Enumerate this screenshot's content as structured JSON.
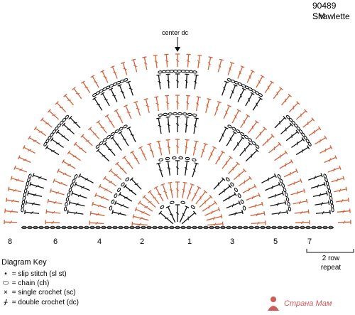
{
  "header": {
    "code": "90489 SM",
    "name": "Shawlette"
  },
  "center_label": "center dc",
  "row_numbers": [
    {
      "label": "8",
      "row": 8
    },
    {
      "label": "6",
      "row": 6
    },
    {
      "label": "4",
      "row": 4
    },
    {
      "label": "2",
      "row": 2
    },
    {
      "label": "1",
      "row": 1
    },
    {
      "label": "3",
      "row": 3
    },
    {
      "label": "5",
      "row": 5
    },
    {
      "label": "7",
      "row": 7
    }
  ],
  "repeat_note": {
    "line1": "2 row",
    "line2": "repeat"
  },
  "key": {
    "title": "Diagram Key",
    "items": [
      {
        "symbol": "•",
        "text": "= slip stitch (sl st)"
      },
      {
        "symbol": "⬭",
        "text": "= chain (ch)"
      },
      {
        "symbol": "×",
        "text": "= single crochet (sc)"
      },
      {
        "symbol": "ᚋ",
        "text": "= double crochet (dc)"
      }
    ]
  },
  "watermark": "Страна Мам",
  "colors": {
    "accent": "#d2613a",
    "ink": "#111111",
    "watermark": "#d15a5a"
  },
  "diagram": {
    "type": "crochet-semicircle",
    "rows": 8,
    "row_colors": [
      "ink",
      "accent",
      "ink",
      "accent",
      "ink",
      "accent",
      "ink",
      "accent"
    ]
  }
}
